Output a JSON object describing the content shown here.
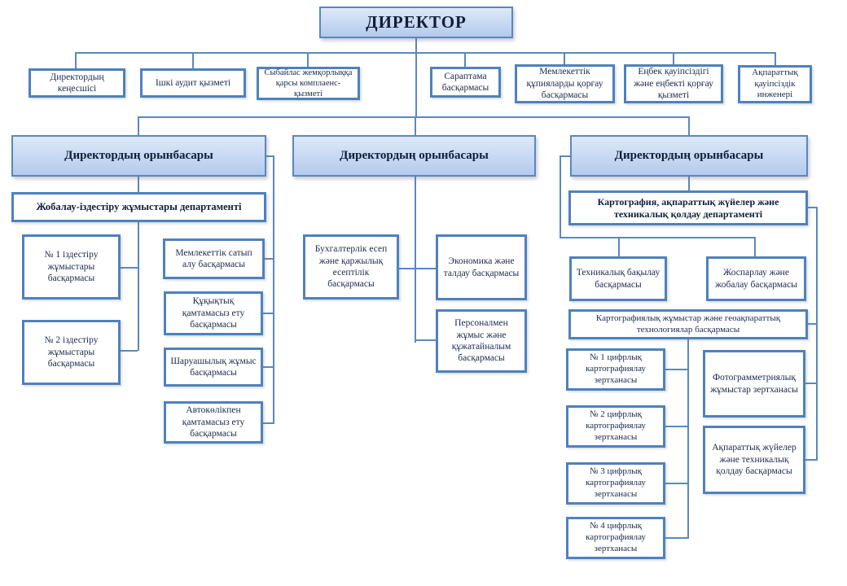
{
  "app": {
    "type": "organizational-chart",
    "language": "kazakh"
  },
  "colors": {
    "accent_border": "#4f81bd",
    "connector_line": "#5b88be",
    "gradient_top": "#dde9f8",
    "gradient_bottom": "#b4c9ec",
    "text": "#1a2a4a"
  },
  "nodes": {
    "director": "ДИРЕКТОР",
    "advisor": "Директордың кеңесшісі",
    "audit": "Ішкі аудит қызметі",
    "compliance": "Сыбайлас жемқорлыққа қарсы комплаенс-қызметі",
    "expertise": "Сараптама басқармасы",
    "state_secrets": "Мемлекеттік құпияларды қорғау басқармасы",
    "labor_safety": "Еңбек қауіпсіздігі және еңбекті қорғау қызметі",
    "infosec_engineer": "Ақпараттық қауіпсіздік инженері",
    "deputy1": "Директордың орынбасары",
    "deputy2": "Директордың орынбасары",
    "deputy3": "Директордың орынбасары",
    "dept_survey": "Жобалау-іздестіру жұмыстары департаменті",
    "survey1": "№ 1 іздестіру жұмыстары басқармасы",
    "survey2": "№ 2 іздестіру жұмыстары басқармасы",
    "procurement": "Мемлекеттік сатып алу басқармасы",
    "legal": "Құқықтық қамтамасыз ету басқармасы",
    "household": "Шаруашылық жұмыс басқармасы",
    "transport": "Автокөлікпен қамтамасыз ету басқармасы",
    "accounting": "Бухгалтерлік есеп және қаржылық есептілік басқармасы",
    "economics": "Экономика және талдау басқармасы",
    "hr_docs": "Персоналмен жұмыс және құжатайналым басқармасы",
    "dept_carto": "Картография, ақпараттық жүйелер және техникалық қолдау департаменті",
    "tech_control": "Техникалық бақылау басқармасы",
    "planning": "Жоспарлау және жобалау басқармасы",
    "carto_gis": "Картографиялық жұмыстар және геоақпараттық технологиялар басқармасы",
    "lab1": "№ 1 цифрлық картографиялау зертханасы",
    "lab2": "№ 2 цифрлық картографиялау зертханасы",
    "lab3": "№ 3 цифрлық картографиялау зертханасы",
    "lab4": "№ 4 цифрлық картографиялау зертханасы",
    "photogrammetry": "Фотограмметриялық жұмыстар зертханасы",
    "it_support": "Ақпараттық жүйелер және техникалық қолдау басқармасы"
  }
}
